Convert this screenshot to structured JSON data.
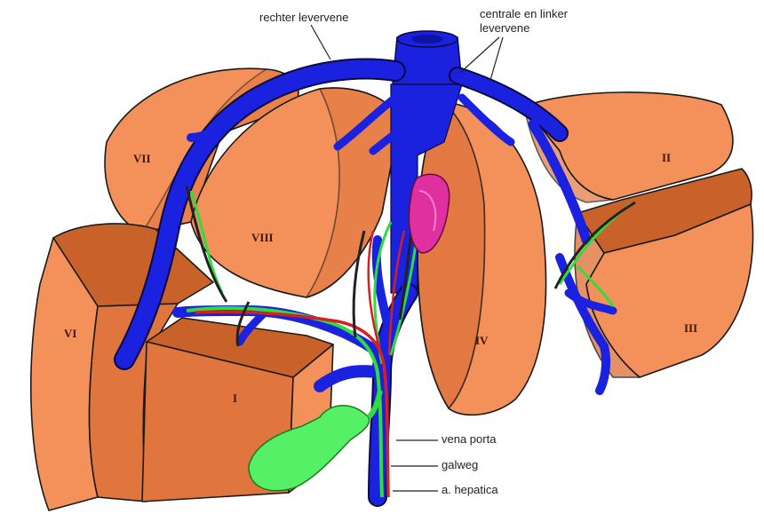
{
  "labels": {
    "right_hepatic_vein": "rechter levervene",
    "central_left_vein_line1": "centrale en linker",
    "central_left_vein_line2": "levervene",
    "portal_vein": "vena porta",
    "bile_duct": "galweg",
    "hepatic_artery": "a. hepatica"
  },
  "segments": {
    "I": "I",
    "II": "II",
    "III": "III",
    "IV": "IV",
    "VI": "VI",
    "VII": "VII",
    "VIII": "VIII"
  },
  "colors": {
    "liver_light": "#f4905a",
    "liver_dark": "#c8622a",
    "liver_mid": "#e0763e",
    "vein_blue": "#1a22e0",
    "portal_red": "#d42020",
    "bile_green": "#2edc3e",
    "gallbladder": "#55f065",
    "caudate_pink": "#e030a0",
    "outline": "#1a1a1a"
  }
}
